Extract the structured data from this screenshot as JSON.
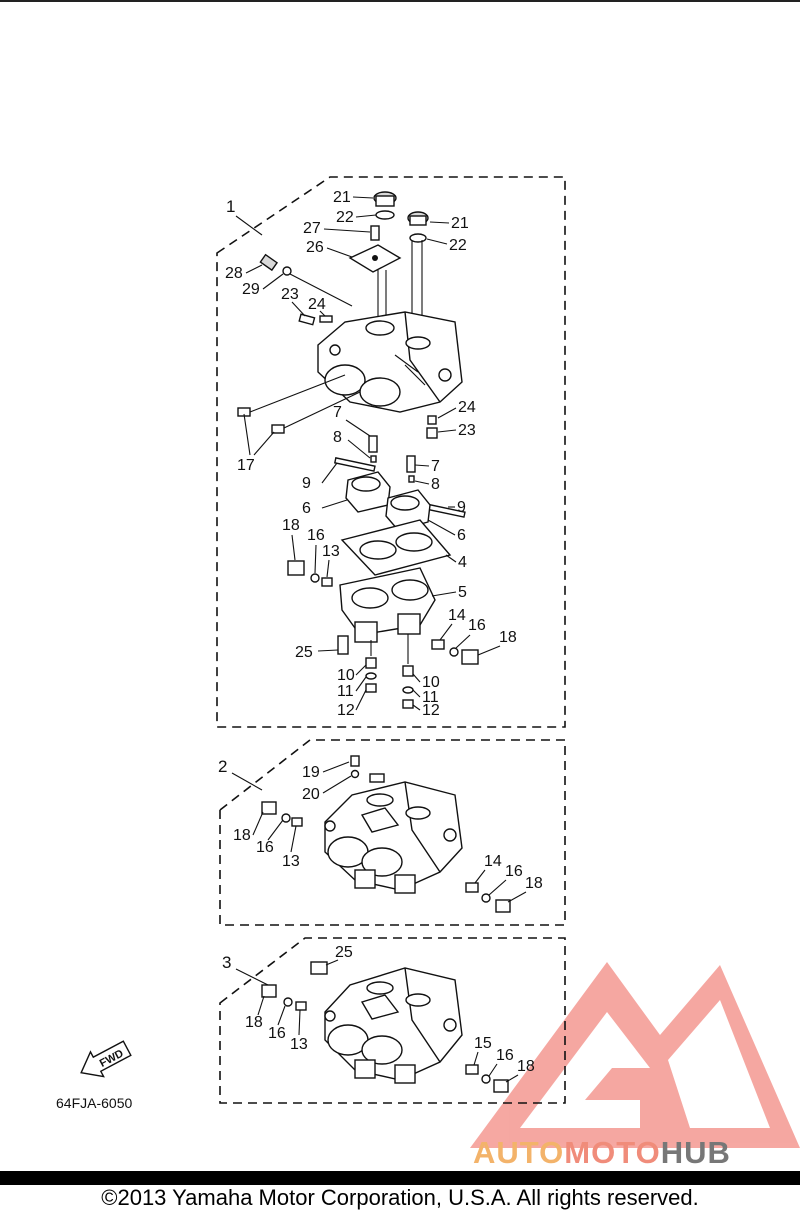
{
  "diagram": {
    "code": "64FJA-6050",
    "fwd_label": "FWD",
    "groups": [
      "1",
      "2",
      "3"
    ],
    "callouts_top": [
      "21",
      "22",
      "21",
      "22",
      "27",
      "26",
      "28",
      "29",
      "23",
      "24",
      "24",
      "23",
      "17",
      "7",
      "8",
      "7",
      "8",
      "9",
      "9",
      "6",
      "6",
      "18",
      "16",
      "13",
      "4",
      "5",
      "14",
      "16",
      "18",
      "25",
      "10",
      "11",
      "12",
      "10",
      "11",
      "12"
    ],
    "callouts_mid": [
      "19",
      "20",
      "18",
      "16",
      "13",
      "14",
      "16",
      "18"
    ],
    "callouts_bot": [
      "25",
      "18",
      "16",
      "13",
      "15",
      "16",
      "18"
    ]
  },
  "watermark": {
    "part1": "AUTO",
    "part2": "MOTO",
    "part3": "HUB",
    "colors": {
      "red": "#e8453c",
      "orange": "#f3b36a",
      "gray": "#777777"
    }
  },
  "footer": {
    "copyright": "©2013 Yamaha Motor Corporation, U.S.A. All rights reserved."
  }
}
